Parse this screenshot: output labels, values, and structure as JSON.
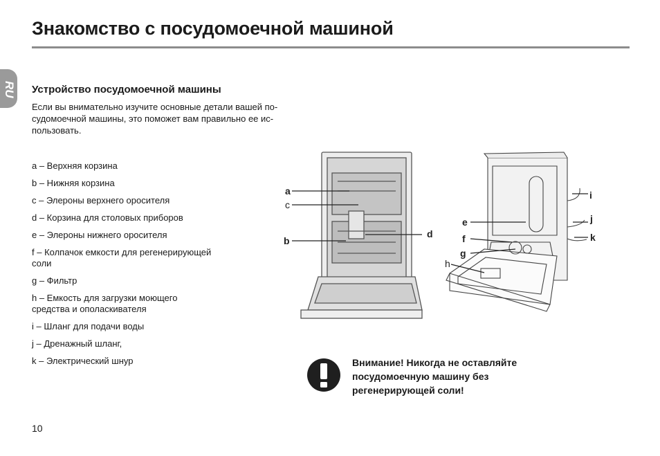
{
  "page": {
    "title": "Знакомство с посудомоечной машиной",
    "language_tab": "RU",
    "section_heading": "Устройство посудомоечной машины",
    "intro_text": "Если вы внимательно изучите основные детали вашей по-\nсудомоечной машины, это поможет вам правильно ее ис-\nпользовать.",
    "page_number": "10"
  },
  "parts": [
    "a – Верхняя корзина",
    "b – Нижняя корзина",
    "c – Элероны верхнего оросителя",
    "d – Корзина для столовых приборов",
    "e – Элероны нижнего оросителя",
    "f – Колпачок емкости для регенерирующей\n      соли",
    "g – Фильтр",
    "h – Емкость для загрузки моющего\n       средства и ополаскивателя",
    "i – Шланг для подачи воды",
    "j – Дренажный шланг,",
    "k – Электрический шнур"
  ],
  "diagram_labels": {
    "a": "a",
    "b": "b",
    "c": "c",
    "d": "d",
    "e": "e",
    "f": "f",
    "g": "g",
    "h": "h",
    "i": "i",
    "j": "j",
    "k": "k"
  },
  "warning": {
    "icon": "exclamation-icon",
    "text": "Внимание! Никогда не оставляйте\nпосудомоечную машину без\nрегенерирующей соли!"
  },
  "colors": {
    "rule": "#8c8c8c",
    "tab": "#9a9a9a",
    "text": "#1a1a1a"
  }
}
